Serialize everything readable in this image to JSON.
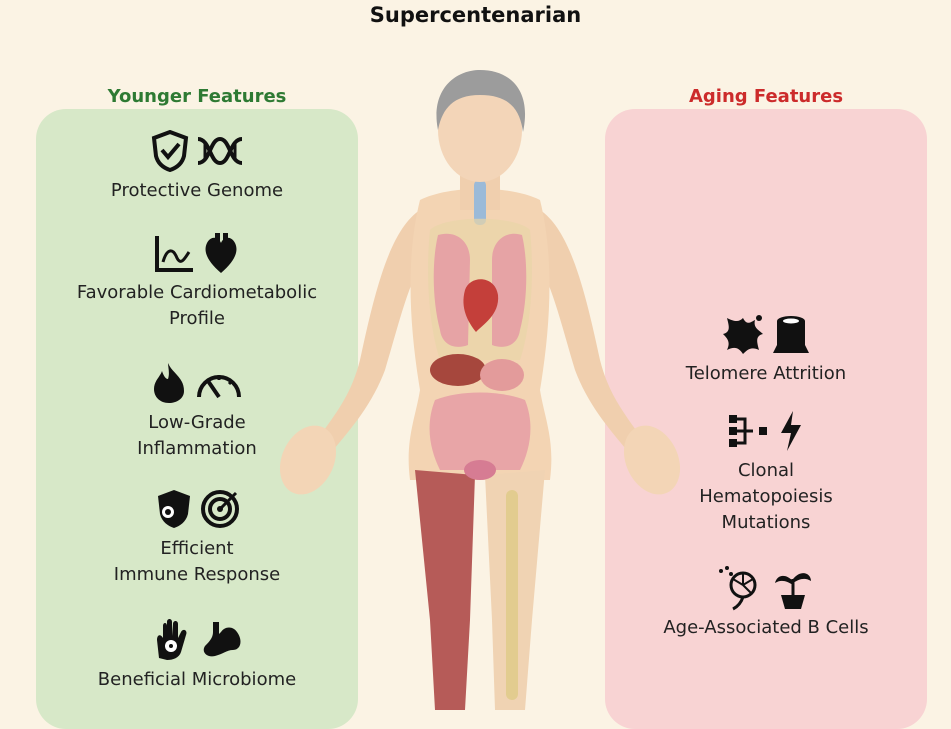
{
  "title": "Supercentenarian",
  "left": {
    "heading": "Younger Features",
    "heading_color": "#2e7a33",
    "items": [
      {
        "label": "Protective Genome",
        "icons": [
          "shield-check-icon",
          "dna-icon"
        ]
      },
      {
        "label": "Favorable Cardiometabolic\nProfile",
        "icons": [
          "line-graph-icon",
          "heart-icon"
        ]
      },
      {
        "label": "Low-Grade\nInflammation",
        "icons": [
          "flame-icon",
          "gauge-icon"
        ]
      },
      {
        "label": "Efficient\nImmune Response",
        "icons": [
          "immune-shield-icon",
          "target-icon"
        ]
      },
      {
        "label": "Beneficial Microbiome",
        "icons": [
          "hand-microbe-icon",
          "stomach-icon"
        ]
      }
    ]
  },
  "right": {
    "heading": "Aging Features",
    "heading_color": "#cc2b2b",
    "items": [
      {
        "label": "Telomere Attrition",
        "icons": [
          "splat-icon",
          "tree-stump-icon"
        ]
      },
      {
        "label": "Clonal\nHematopoiesis\nMutations",
        "icons": [
          "branching-icon",
          "lightning-icon"
        ]
      },
      {
        "label": "Age-Associated B Cells",
        "icons": [
          "dandelion-icon",
          "wilting-plant-icon"
        ]
      }
    ]
  }
}
